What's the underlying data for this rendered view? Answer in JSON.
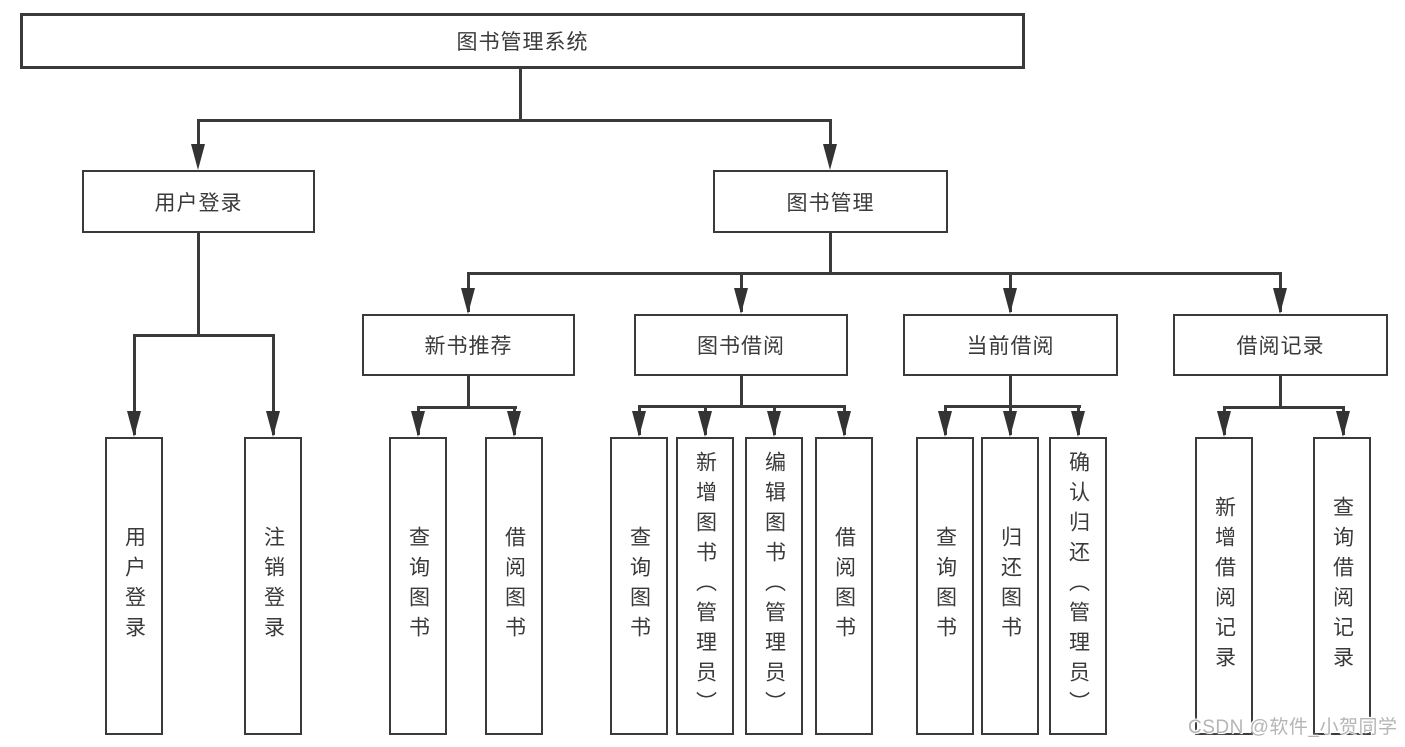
{
  "tree": {
    "label": "图书管理系统",
    "children": [
      {
        "label": "用户登录",
        "children": [
          {
            "label": "用户登录"
          },
          {
            "label": "注销登录"
          }
        ]
      },
      {
        "label": "图书管理",
        "children": [
          {
            "label": "新书推荐",
            "children": [
              {
                "label": "查询图书"
              },
              {
                "label": "借阅图书"
              }
            ]
          },
          {
            "label": "图书借阅",
            "children": [
              {
                "label": "查询图书"
              },
              {
                "label": "新增图书（管理员）"
              },
              {
                "label": "编辑图书（管理员）"
              },
              {
                "label": "借阅图书"
              }
            ]
          },
          {
            "label": "当前借阅",
            "children": [
              {
                "label": "查询图书"
              },
              {
                "label": "归还图书"
              },
              {
                "label": "确认归还（管理员）"
              }
            ]
          },
          {
            "label": "借阅记录",
            "children": [
              {
                "label": "新增借阅记录"
              },
              {
                "label": "查询借阅记录"
              }
            ]
          }
        ]
      }
    ]
  },
  "watermark": {
    "text": "CSDN @软件_小贺同学"
  },
  "colors": {
    "background": "#ffffff",
    "box_border": "#3a3a3a",
    "line": "#3a3a3a",
    "text": "#3a3a3a",
    "watermark": "#b5b5b5"
  }
}
